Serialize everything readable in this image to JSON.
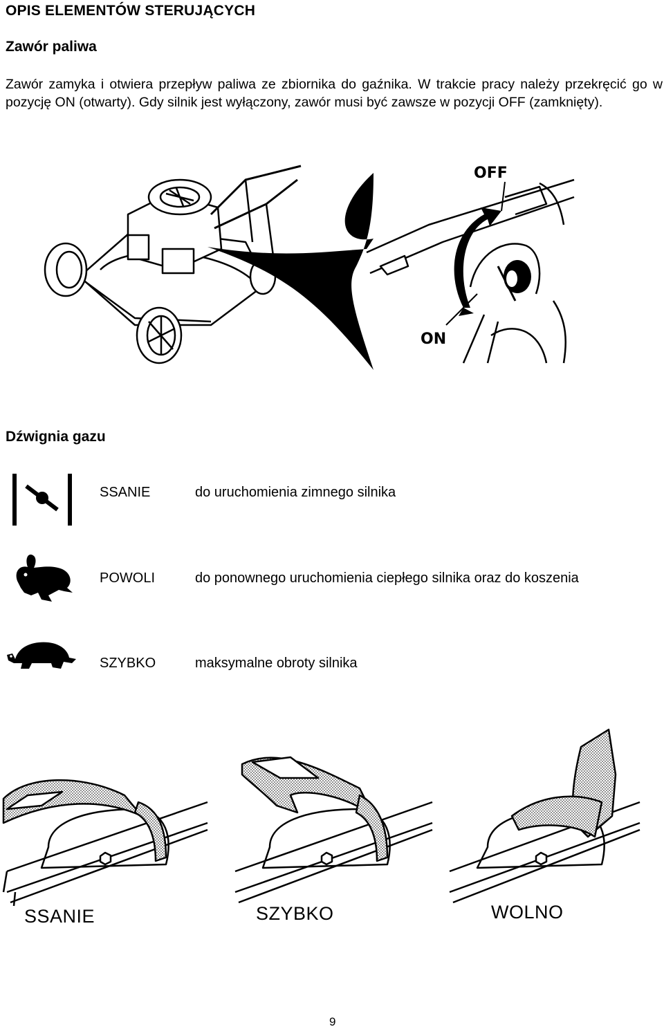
{
  "section_title": "OPIS ELEMENTÓW STERUJĄCYCH",
  "fuel_valve": {
    "heading": "Zawór paliwa",
    "body": "Zawór zamyka i otwiera przepływ paliwa ze zbiornika do gaźnika. W trakcie pracy należy przekręcić go w pozycję ON (otwarty). Gdy silnik jest wyłączony, zawór musi być zawsze w pozycji OFF (zamknięty).",
    "figure_labels": {
      "off": "OFF",
      "on": "ON"
    }
  },
  "throttle": {
    "heading": "Dźwignia gazu",
    "rows": [
      {
        "icon": "choke-icon",
        "name": "SSANIE",
        "description": "do uruchomienia zimnego silnika"
      },
      {
        "icon": "rabbit-icon",
        "name": "POWOLI",
        "description": "do ponownego uruchomienia ciepłego silnika oraz do koszenia"
      },
      {
        "icon": "turtle-icon",
        "name": "SZYBKO",
        "description": "maksymalne obroty silnika"
      }
    ]
  },
  "lever_figures": {
    "labels": [
      "SSANIE",
      "SZYBKO",
      "WOLNO"
    ]
  },
  "page_number": "9"
}
